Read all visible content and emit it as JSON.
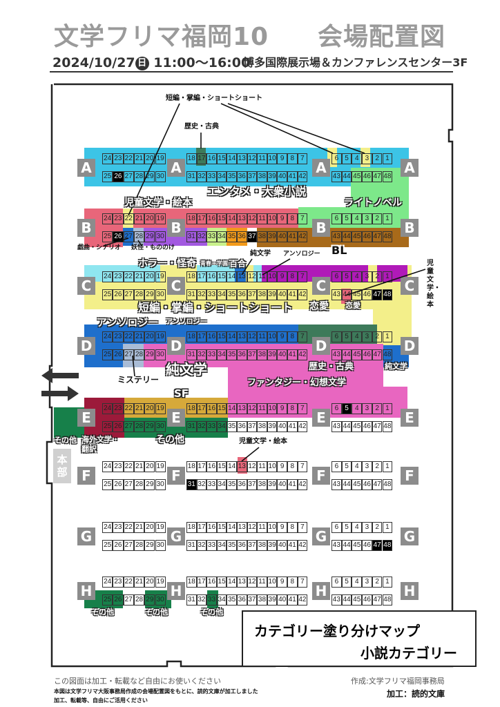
{
  "header": {
    "event_title": "文学フリマ福岡10",
    "map_title": "会場配置図",
    "date": "2024/10/27",
    "weekday": "日",
    "hours": "11:00～16:00",
    "venue": "博多国際展示場＆カンファレンスセンター3F"
  },
  "rows": [
    "A",
    "B",
    "C",
    "D",
    "E",
    "F",
    "G",
    "H"
  ],
  "booth_numbers": {
    "top_left": [
      24,
      23,
      22,
      21,
      20,
      19
    ],
    "top_mid": [
      18,
      17,
      16,
      15,
      14,
      13,
      12,
      11,
      10,
      9,
      8,
      7
    ],
    "top_right": [
      6,
      5,
      4,
      3,
      2,
      1
    ],
    "bottom_left": [
      25,
      26,
      27,
      28,
      29,
      30
    ],
    "bottom_mid": [
      31,
      32,
      33,
      34,
      35,
      36,
      37,
      38,
      39,
      40,
      41,
      42
    ],
    "bottom_right": [
      43,
      44,
      45,
      46,
      47,
      48
    ]
  },
  "colors": {
    "entertainment": "#3cc4e6",
    "light_novel": "#7de88a",
    "children": "#e8667a",
    "horror": "#a259e0",
    "yuri": "#f29a1a",
    "bl": "#a86a1a",
    "short": "#f3ef8a",
    "anthology": "#8fe6f0",
    "romance": "#b01ab8",
    "literary": "#1e6fcc",
    "history": "#3d7a5a",
    "fantasy": "#e866c0",
    "mystery": "#a9bcd6",
    "sf": "#d6a93a",
    "foreign": "#9c1a3a",
    "other": "#17804a",
    "seishun": "#c8f08a"
  },
  "categories": {
    "entertainment": "エンタメ・大衆小説",
    "light_novel": "ライトノベル",
    "children": "児童文学・絵本",
    "horror": "ホラー・怪奇",
    "seishun": "青春・学園",
    "yuri": "百合",
    "bl": "BL",
    "anthology": "アンソロジー",
    "romance": "恋愛",
    "romance2": "恋愛",
    "short": "短編・掌編・ショートショート",
    "literary": "純文学",
    "history": "歴史・古典",
    "literary2": "純文学",
    "fantasy": "ファンタジー・幻想文学",
    "sf": "SF",
    "foreign": "海外文学・翻訳",
    "other": "その他",
    "other2": "その他",
    "other3": "その他",
    "other4": "その他",
    "other5": "その他",
    "anthology2": "アンソロジー"
  },
  "callouts": {
    "short": "短編・掌編・ショートショート",
    "history": "歴史・古典",
    "drama": "戯曲・シナリオ",
    "yokai": "妖怪・もののけ",
    "literary": "純文学",
    "anthology": "アンソロジー",
    "children_c": "児童文学・絵本",
    "mystery": "ミステリー",
    "children_f": "児童文学・絵本"
  },
  "headquarters": "本部",
  "legend_box": {
    "line1": "カテゴリー塗り分けマップ",
    "line2": "小説カテゴリー"
  },
  "footer": {
    "note1": "この図面は加工・転載など自由にお使いください",
    "note2": "本図は文学フリマ大阪事務局作成の会場配置図をもとに、読的文庫が加工しました",
    "note3": "加工、転載等、自由にご活用ください",
    "credit1": "作成:文学フリマ福岡事務局",
    "credit2": "加工：読的文庫"
  }
}
